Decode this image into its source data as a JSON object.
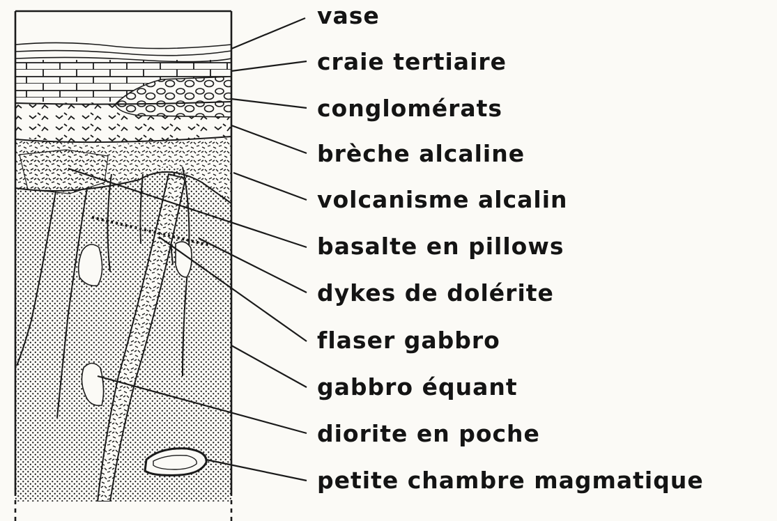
{
  "labels": [
    "vase",
    "craie tertiaire",
    "conglomérats",
    "brèche alcaline",
    "volcanisme  alcalin",
    "basalte  en pillows",
    "dykes  de  dolérite",
    "flaser gabbro",
    "gabbro  équant",
    "diorite  en  poche",
    "petite  chambre  magmatique"
  ],
  "colors": {
    "ink": "#141414",
    "paper": "#fbfaf6"
  }
}
